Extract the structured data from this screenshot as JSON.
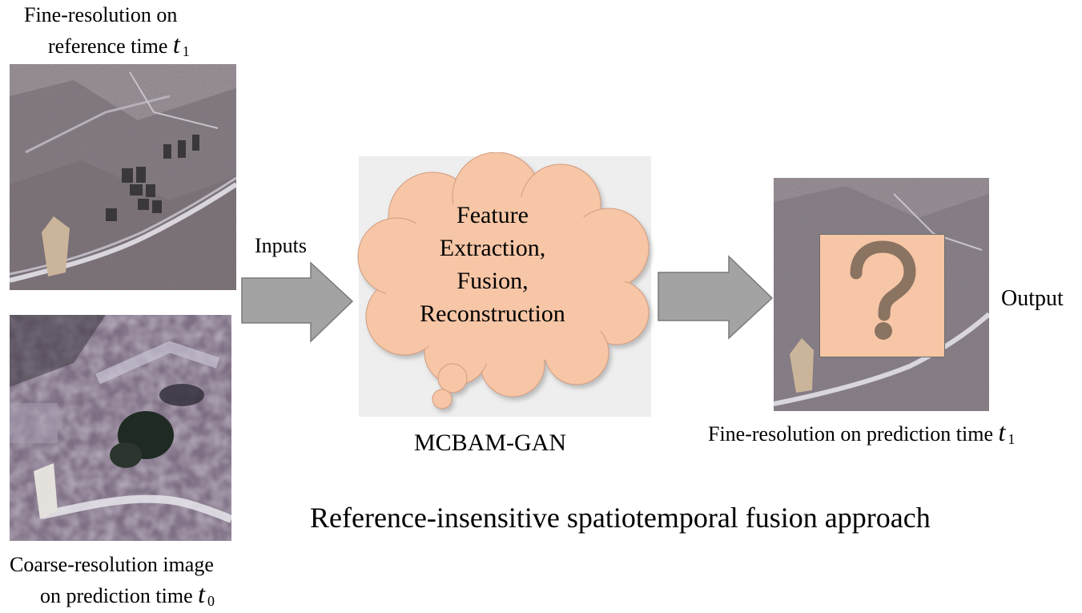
{
  "top_input": {
    "label_line1": "Fine-resolution on",
    "label_line2": "reference time",
    "var": "t",
    "sub": "1",
    "image": "fine-resolution satellite image"
  },
  "bottom_input": {
    "label_line1": "Coarse-resolution image",
    "label_line2": "on prediction time",
    "var": "t",
    "sub": "0",
    "image": "coarse-resolution satellite image"
  },
  "inputs_label": "Inputs",
  "model": {
    "lines": [
      "Feature",
      "Extraction,",
      "Fusion,",
      "Reconstruction"
    ],
    "name": "MCBAM-GAN"
  },
  "output": {
    "label": "Output",
    "caption_text": "Fine-resolution on prediction time",
    "var": "t",
    "sub": "1",
    "symbol": "question-mark"
  },
  "approach_title": "Reference-insensitive spatiotemporal fusion approach",
  "colors": {
    "cloud_fill": "#f7c6a6",
    "arrow_fill": "#a3a3a3",
    "panel": "#eeeeee",
    "question_mark": "#8a7361"
  }
}
